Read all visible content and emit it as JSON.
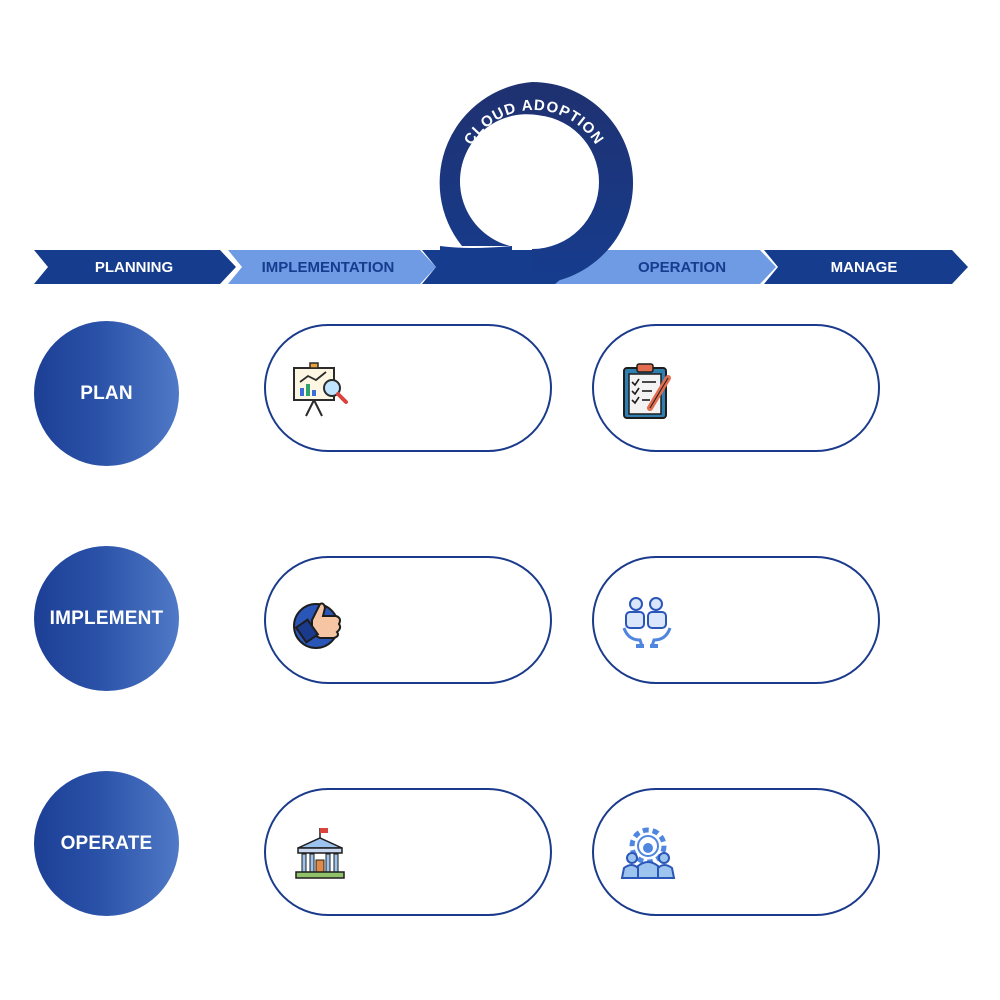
{
  "banner": {
    "loop_label": "CLOUD ADOPTION",
    "stages": [
      {
        "label": "PLANNING",
        "color": "#163c8e",
        "text_color": "#ffffff"
      },
      {
        "label": "IMPLEMENTATION",
        "color": "#6e9be4",
        "text_color": "#163c8e"
      },
      {
        "label": "OPERATION",
        "color": "#6e9be4",
        "text_color": "#163c8e"
      },
      {
        "label": "MANAGE",
        "color": "#163c8e",
        "text_color": "#ffffff"
      }
    ]
  },
  "rows": [
    {
      "label": "PLAN",
      "cards": [
        {
          "icon": "presentation-analytics-icon"
        },
        {
          "icon": "checklist-clipboard-icon"
        }
      ]
    },
    {
      "label": "IMPLEMENT",
      "cards": [
        {
          "icon": "thumbs-up-icon"
        },
        {
          "icon": "team-support-icon"
        }
      ]
    },
    {
      "label": "OPERATE",
      "cards": [
        {
          "icon": "government-building-icon"
        },
        {
          "icon": "team-settings-icon"
        }
      ]
    }
  ],
  "colors": {
    "navy": "#163c8e",
    "light_blue": "#6e9be4",
    "outline": "#1a3a8c"
  }
}
